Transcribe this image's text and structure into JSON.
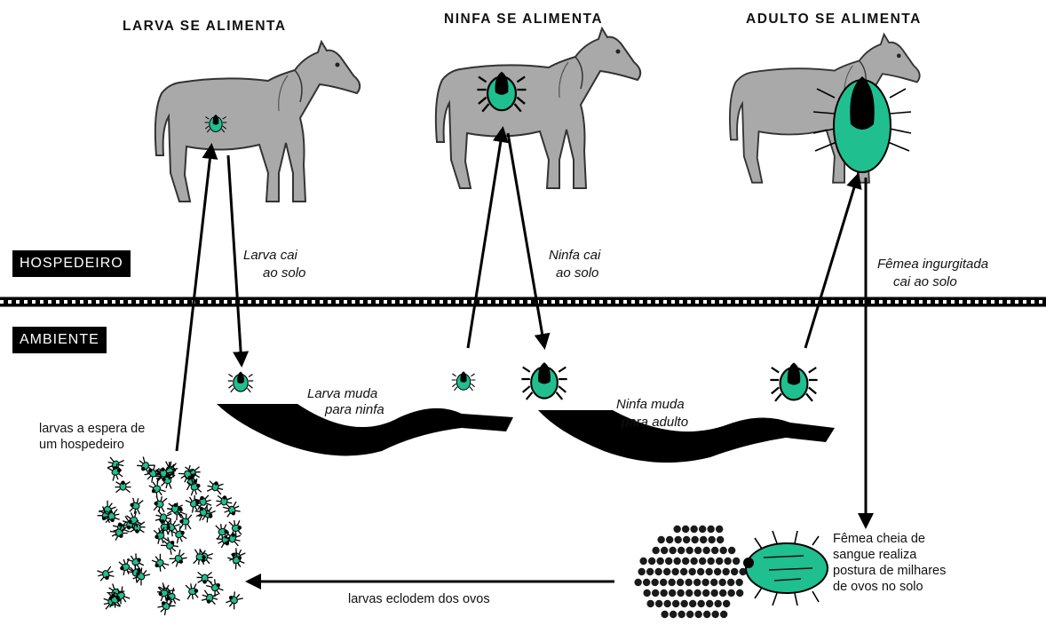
{
  "stages": {
    "larva": "LARVA SE ALIMENTA",
    "ninfa": "NINFA SE ALIMENTA",
    "adulto": "ADULTO SE ALIMENTA"
  },
  "zones": {
    "host": "HOSPEDEIRO",
    "env": "AMBIENTE"
  },
  "labels": {
    "larva_drop_1": "Larva cai",
    "larva_drop_2": "ao solo",
    "ninfa_drop_1": "Ninfa cai",
    "ninfa_drop_2": "ao solo",
    "female_drop_1": "Fêmea ingurgitada",
    "female_drop_2": "cai  ao solo",
    "larva_molt_1": "Larva muda",
    "larva_molt_2": "para ninfa",
    "ninfa_molt_1": "Ninfa muda",
    "ninfa_molt_2": "para adulto",
    "waiting_1": "larvas a espera de",
    "waiting_2": "um hospedeiro",
    "hatch": "larvas eclodem dos ovos",
    "laying_1": "Fêmea cheia de",
    "laying_2": "sangue realiza",
    "laying_3": "postura de milhares",
    "laying_4": "de ovos no solo"
  },
  "colors": {
    "horse": "#a9a9a9",
    "tick": "#1fbf8f",
    "ink": "#000000"
  }
}
